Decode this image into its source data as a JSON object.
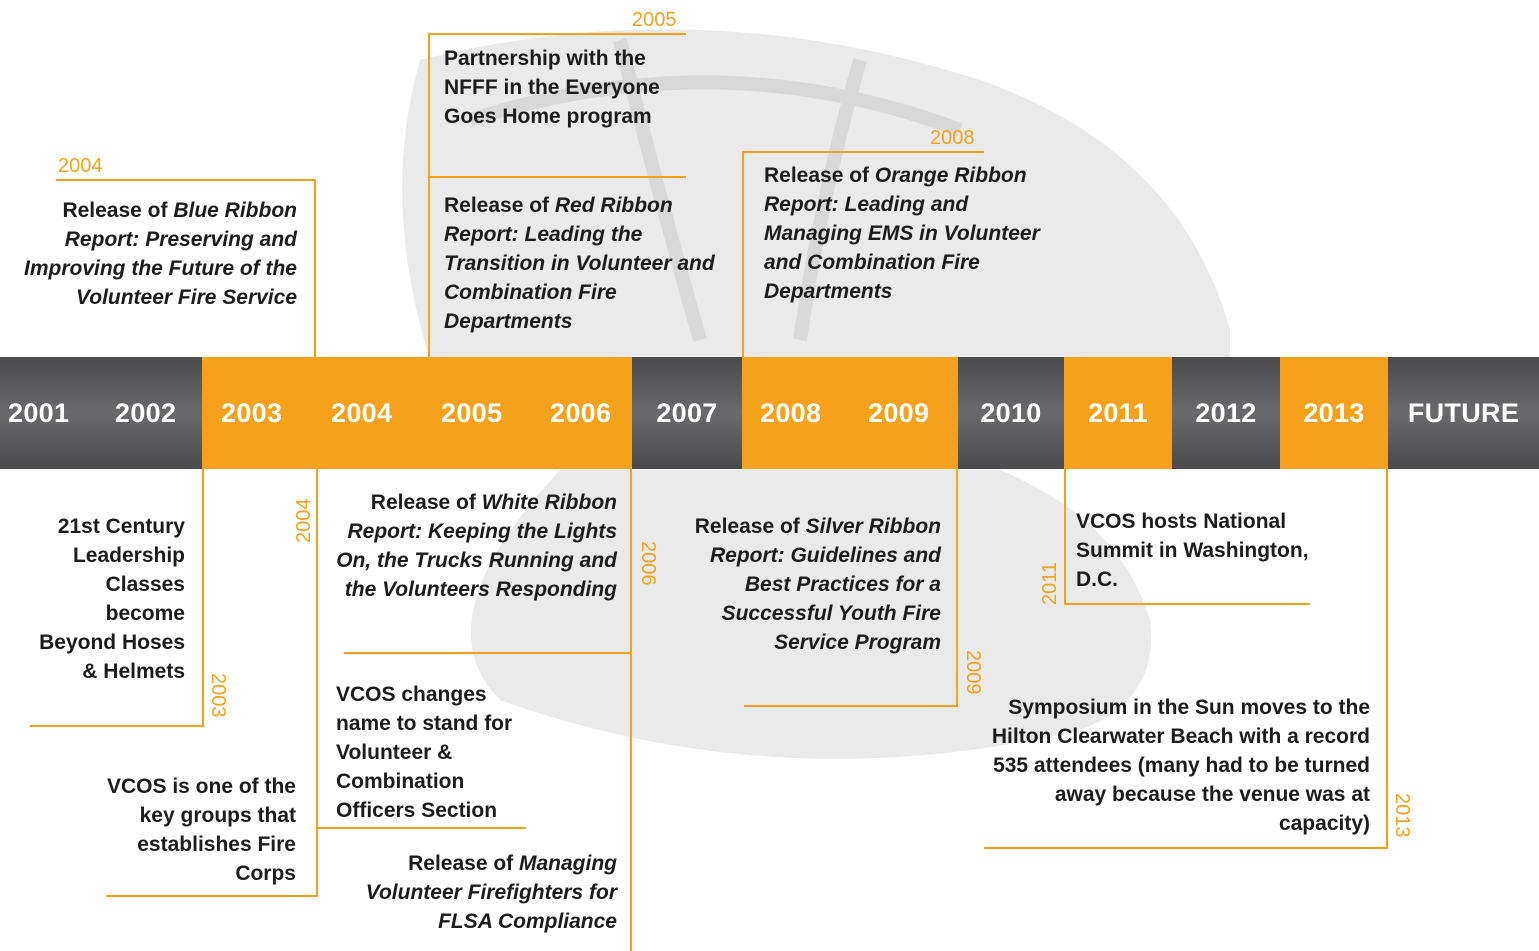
{
  "timeline_years": [
    "2001",
    "2002",
    "2003",
    "2004",
    "2005",
    "2006",
    "2007",
    "2008",
    "2009",
    "2010",
    "2011",
    "2012",
    "2013",
    "FUTURE"
  ],
  "colors": {
    "accent": "#f5a11c",
    "band_gray": "#5a5a5c",
    "text": "#1c1c1c"
  },
  "events": {
    "e2004_top": {
      "year": "2004",
      "prefix": "Release of ",
      "title": "Blue Ribbon Report: Preserving and Improving the Future of the Volunteer Fire Service"
    },
    "e2005_nfff": {
      "year": "2005",
      "text": "Partnership with the NFFF in the Everyone Goes Home program"
    },
    "e2005_red": {
      "prefix": "Release of ",
      "title": "Red Ribbon Report: Leading the Transition in Volunteer and Combination Fire Departments"
    },
    "e2008": {
      "year": "2008",
      "prefix": "Release of ",
      "title": "Orange Ribbon Report: Leading and Managing EMS in Volunteer and Combination Fire Departments"
    },
    "e2003": {
      "year": "2003",
      "text": "21st Century Leadership Classes become Beyond Hoses & Helmets"
    },
    "e2004_fc": {
      "year": "2004",
      "text": "VCOS is one of the key groups that establishes Fire Corps"
    },
    "e2006_white": {
      "year": "2006",
      "prefix": "Release of ",
      "title": "White Ribbon Report: Keeping the Lights On, the Trucks Running and the Volunteers Responding"
    },
    "e2006_name": {
      "text": "VCOS changes name to stand for Volunteer & Combination Officers Section"
    },
    "e2006_flsa": {
      "prefix": "Release of ",
      "title": "Managing Volunteer Firefighters for FLSA Compliance"
    },
    "e2009": {
      "year": "2009",
      "prefix": "Release of ",
      "title": "Silver Ribbon Report: Guidelines and Best Practices for a Successful Youth Fire Service Program"
    },
    "e2011": {
      "year": "2011",
      "text": "VCOS hosts National Summit in Washington, D.C."
    },
    "e2013": {
      "year": "2013",
      "text": "Symposium in the Sun moves to the Hilton Clearwater Beach with a record 535 attendees (many had to be turned away because the venue was at capacity)"
    }
  }
}
